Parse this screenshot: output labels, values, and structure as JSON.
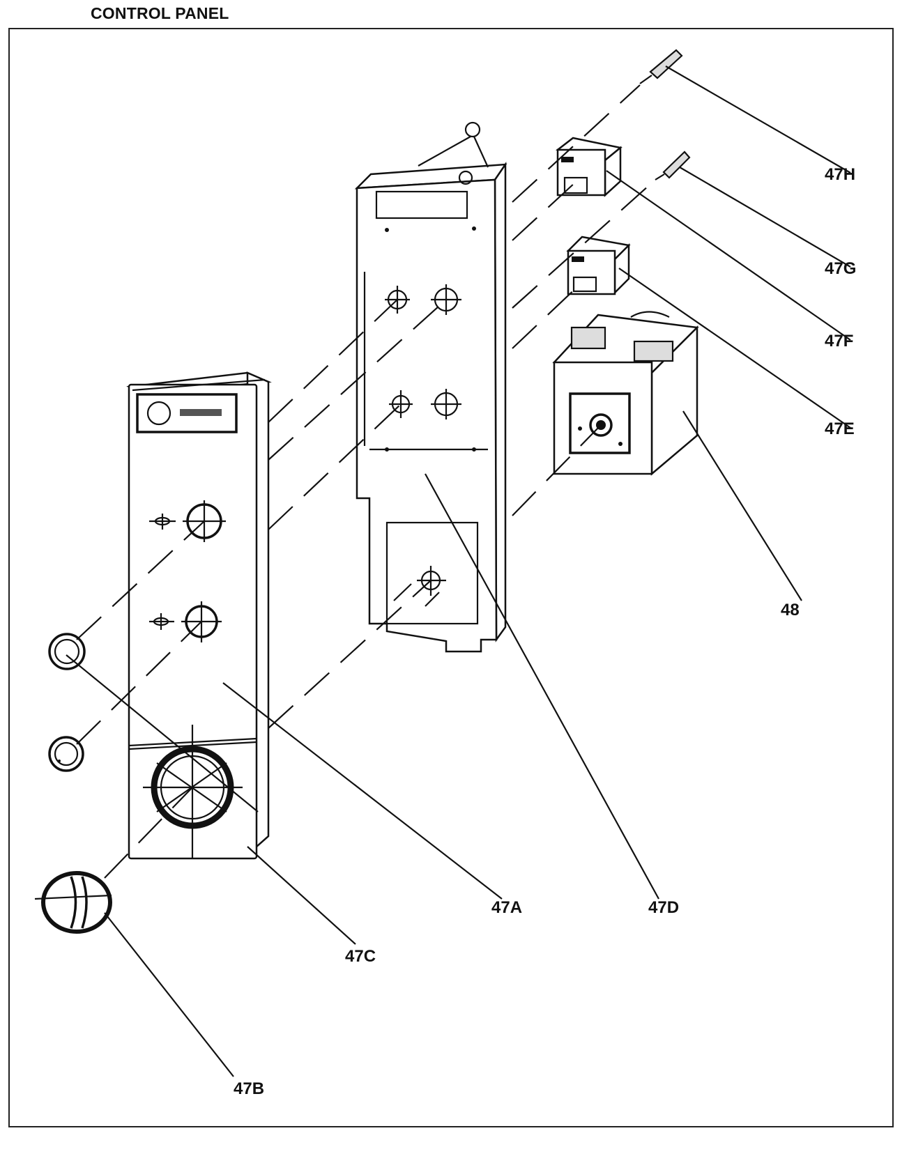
{
  "title": "CONTROL PANEL",
  "callouts": {
    "c47H": "47H",
    "c47G": "47G",
    "c47F": "47F",
    "c47E": "47E",
    "c48": "48",
    "c47A": "47A",
    "c47D": "47D",
    "c47C": "47C",
    "c47B": "47B"
  }
}
